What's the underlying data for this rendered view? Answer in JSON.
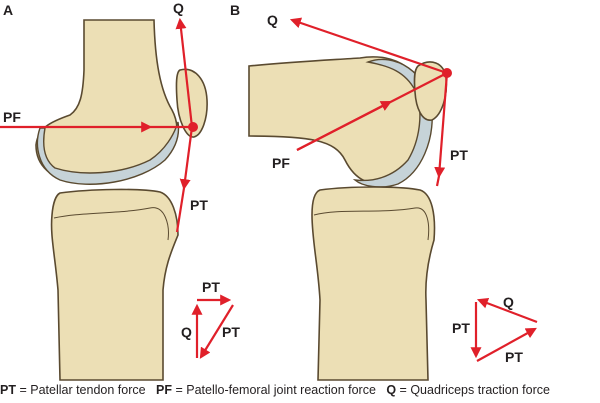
{
  "panels": {
    "a": {
      "label": "A",
      "q": "Q",
      "pf": "PF",
      "pt": "PT",
      "triangle": {
        "pt_top": "PT",
        "q": "Q",
        "pt_diag": "PT"
      }
    },
    "b": {
      "label": "B",
      "q": "Q",
      "pf": "PF",
      "pt": "PT",
      "triangle": {
        "q": "Q",
        "pt_left": "PT",
        "pt_bottom": "PT"
      }
    }
  },
  "legend": [
    {
      "abbr": "PT",
      "text": " = Patellar tendon force"
    },
    {
      "abbr": "PF",
      "text": " = Patello-femoral joint reaction force"
    },
    {
      "abbr": "Q",
      "text": " = Quadriceps traction force"
    }
  ],
  "colors": {
    "force": "#e0202a",
    "bone": "#ecdfb5",
    "cartilage": "#c6d3d8"
  }
}
